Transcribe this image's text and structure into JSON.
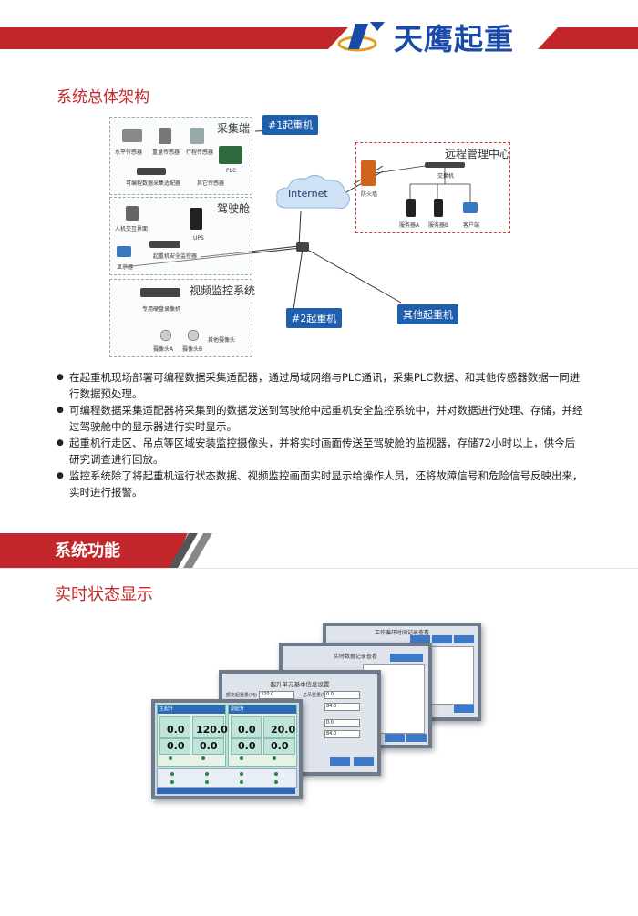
{
  "header": {
    "logo_text": "天鹰起重",
    "brand_red": "#c3272b",
    "brand_blue": "#1a4aa8"
  },
  "section1": {
    "title": "系统总体架构"
  },
  "diagram": {
    "crane1_tag": "#1起重机",
    "crane2_tag": "#2起重机",
    "other_cranes_tag": "其他起重机",
    "internet": "Internet",
    "collect_group": "采集端",
    "cab_group": "驾驶舱",
    "video_group": "视频监控系统",
    "remote_group": "远程管理中心",
    "labels": {
      "level_sensor": "水平传感器",
      "weight_sensor": "重量传感器",
      "travel_sensor": "行程传感器",
      "plc": "PLC",
      "adapter": "可编程数据采集适配器",
      "other_sensor": "其它传感器",
      "hmi": "人机交互界面",
      "ups": "UPS",
      "crane_monitor": "起重机安全监控器",
      "display": "显示器",
      "dvr": "专用硬盘录像机",
      "camera_a": "摄像头A",
      "camera_b": "摄像头B",
      "other_camera": "其他摄像头",
      "firewall": "防火墙",
      "switch": "交换机",
      "server_a": "服务器A",
      "server_b": "服务器B",
      "client": "客户端"
    }
  },
  "bullets": [
    "在起重机现场部署可编程数据采集适配器，通过局域网络与PLC通讯，采集PLC数据、和其他传感器数据一同进行数据预处理。",
    "可编程数据采集适配器将采集到的数据发送到驾驶舱中起重机安全监控系统中，并对数据进行处理、存储，并经过驾驶舱中的显示器进行实时显示。",
    "起重机行走区、吊点等区域安装监控摄像头，并将实时画面传送至驾驶舱的监视器，存储72小时以上，供今后研究调查进行回放。",
    "监控系统除了将起重机运行状态数据、视频监控画面实时显示给操作人员，还将故障信号和危险信号反映出来，实时进行报警。"
  ],
  "section2": {
    "banner": "系统功能",
    "subtitle": "实时状态显示"
  },
  "screens": {
    "back_title": "工作循环时间记录查看",
    "middle_title": "实时数据记录查看",
    "front_title": "起升单元基本信息设置",
    "front_fields": [
      {
        "label": "额定起重量(吨)",
        "value": "320.0"
      },
      {
        "label": "总吊重量(吨)",
        "value": "0.0"
      },
      {
        "label": "",
        "value": "84.0"
      },
      {
        "label": "",
        "value": "0.0"
      },
      {
        "label": "",
        "value": "84.0"
      }
    ],
    "main_panels": [
      {
        "name": "主起升",
        "load": "0.0",
        "rated": "120.0",
        "height": "0.0",
        "speed": "0.0"
      },
      {
        "name": "副起升",
        "load": "0.0",
        "rated": "20.0",
        "height": "0.0",
        "speed": "0.0"
      }
    ]
  }
}
